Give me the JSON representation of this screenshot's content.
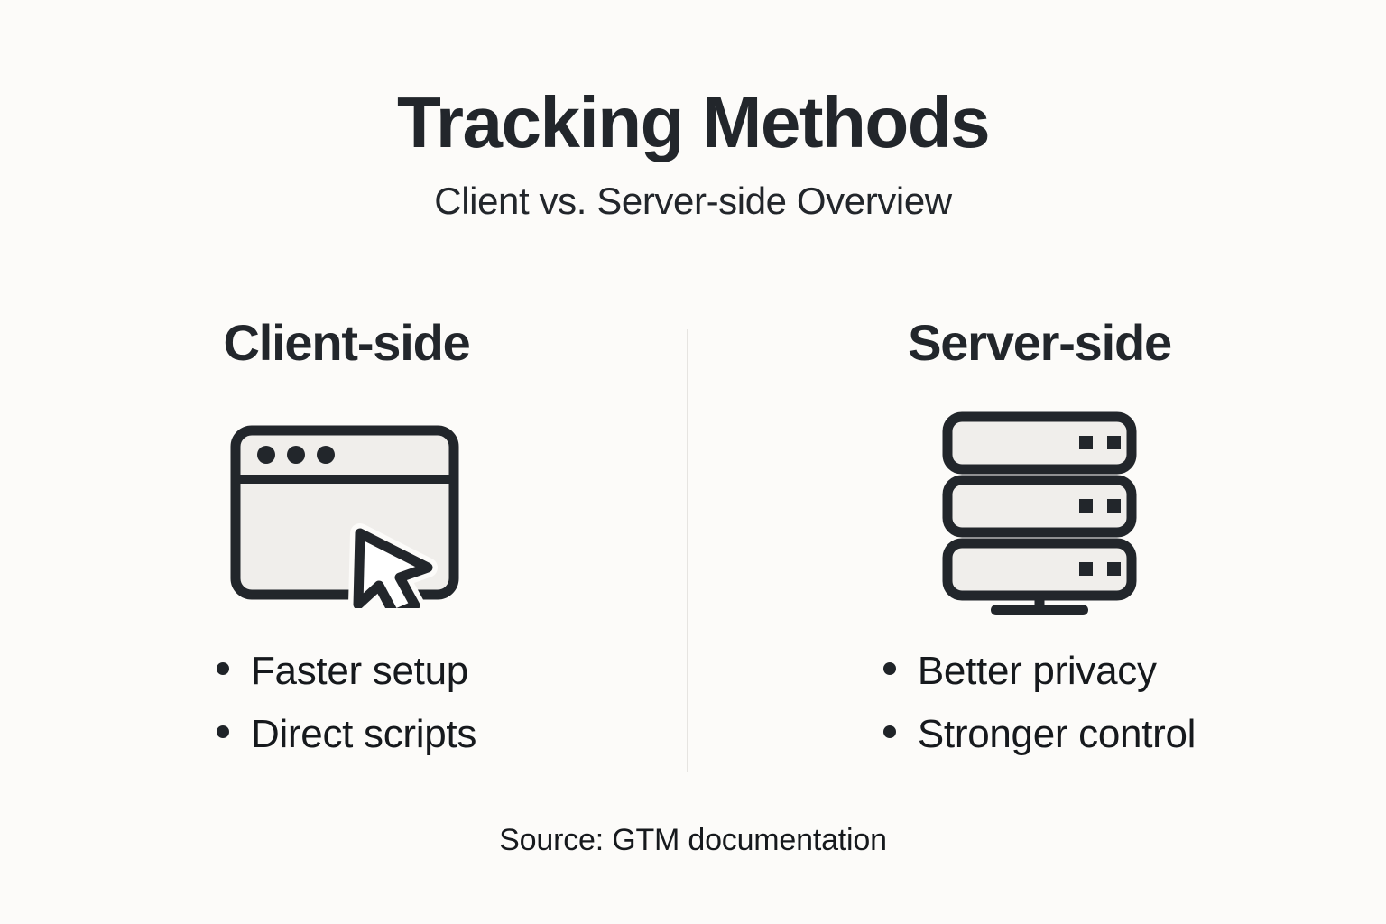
{
  "theme": {
    "background": "#FCFBF9",
    "ink": "#1F2328",
    "icon_fill": "#F0EEEB",
    "icon_stroke": "#22262B",
    "divider": "#E6E4E1"
  },
  "header": {
    "title": "Tracking Methods",
    "subtitle": "Client vs. Server-side Overview"
  },
  "columns": [
    {
      "heading": "Client-side",
      "icon": "browser-window-cursor-icon",
      "bullets": [
        {
          "text": "Faster setup"
        },
        {
          "text": "Direct scripts"
        }
      ]
    },
    {
      "heading": "Server-side",
      "icon": "server-rack-icon",
      "bullets": [
        {
          "text": "Better privacy"
        },
        {
          "text": "Stronger control"
        }
      ]
    }
  ],
  "footer": {
    "source": "Source: GTM documentation"
  }
}
